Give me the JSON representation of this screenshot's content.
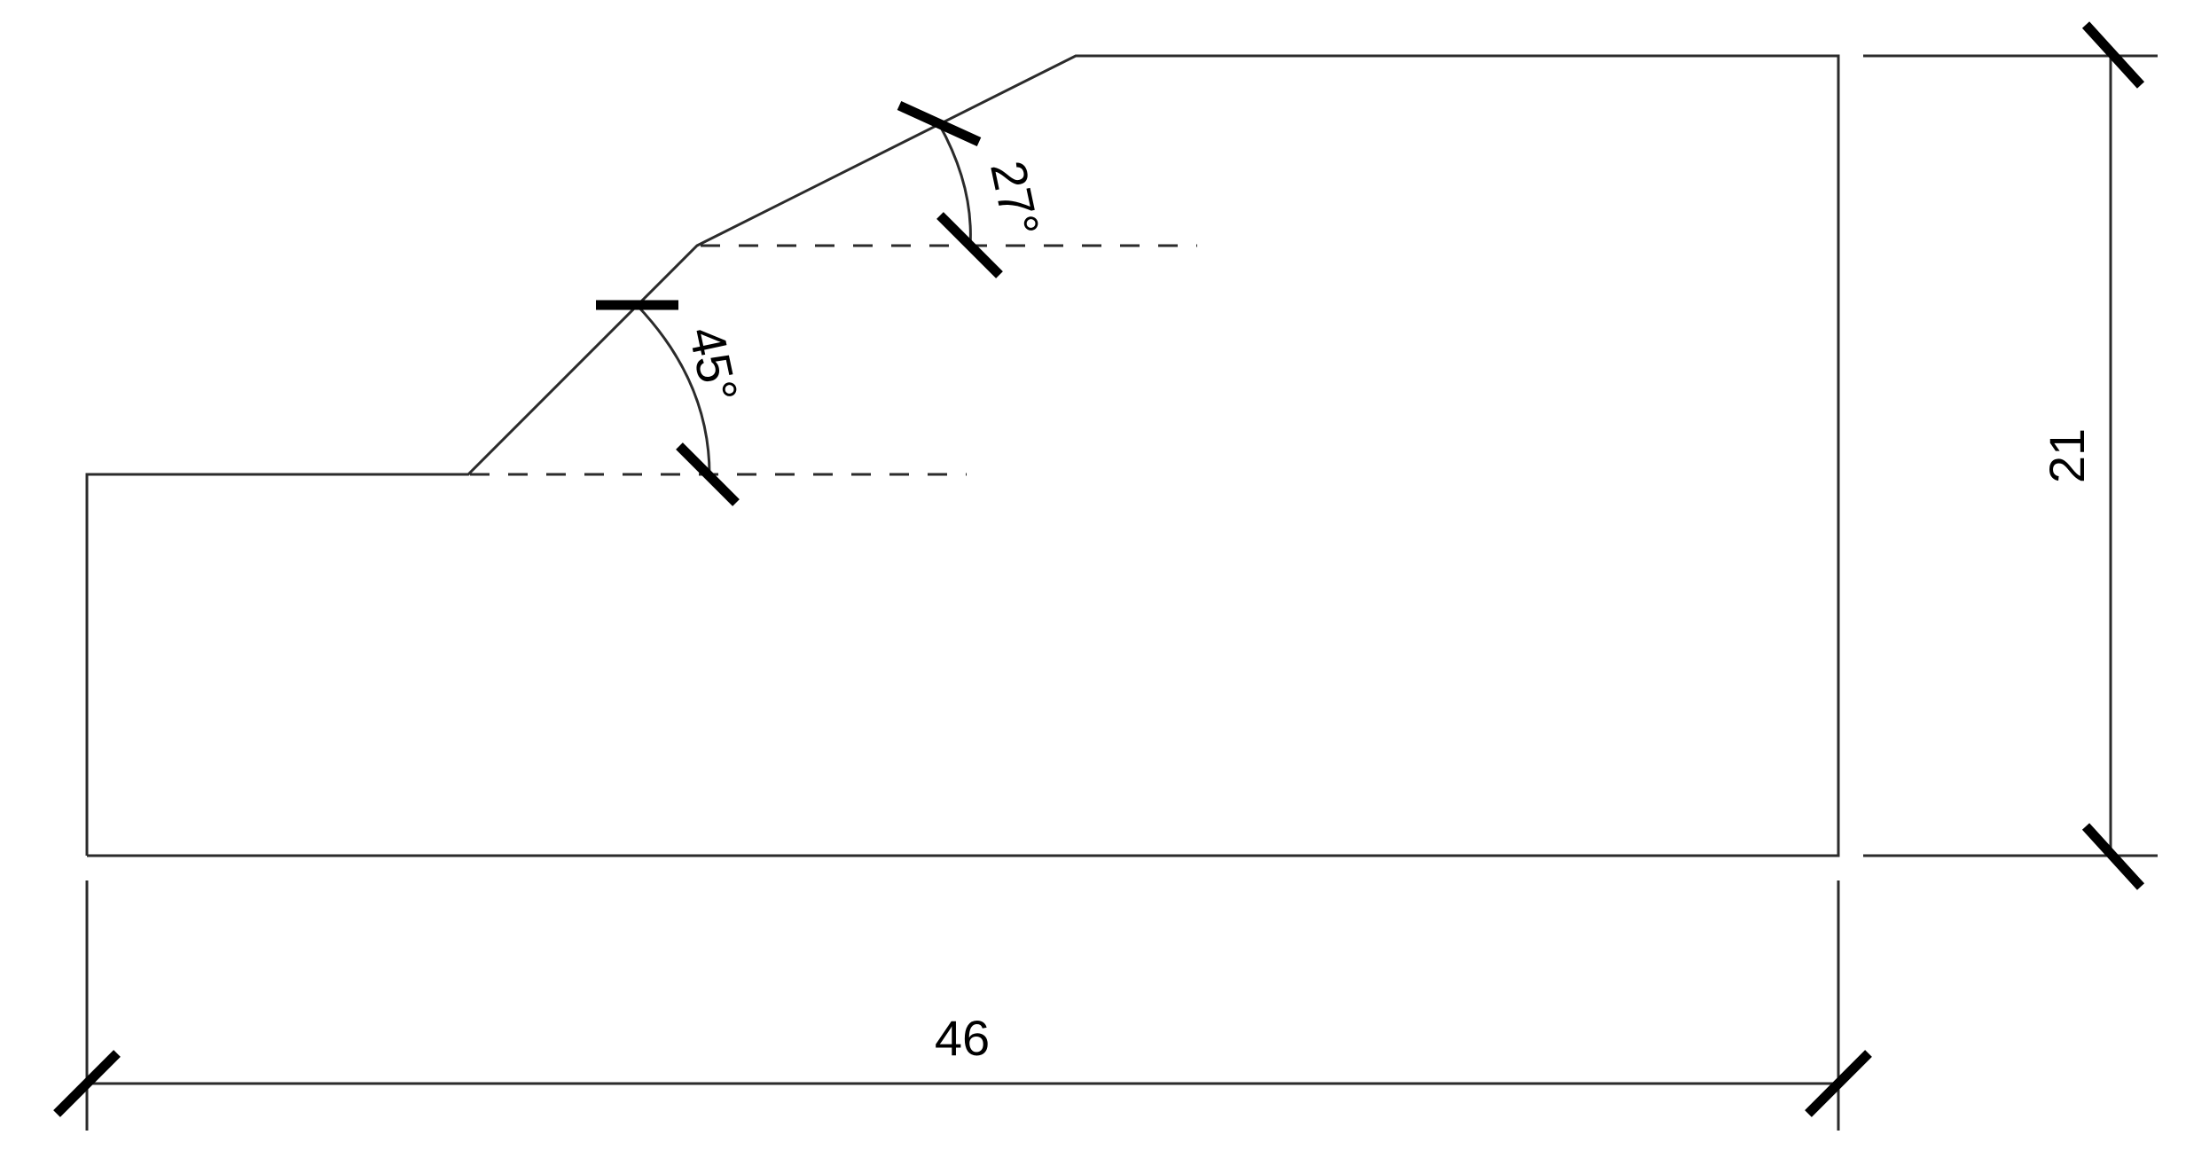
{
  "diagram": {
    "width_dimension": {
      "value": "46"
    },
    "height_dimension": {
      "value": "21"
    },
    "angles": [
      {
        "label": "45°"
      },
      {
        "label": "27°"
      }
    ]
  }
}
